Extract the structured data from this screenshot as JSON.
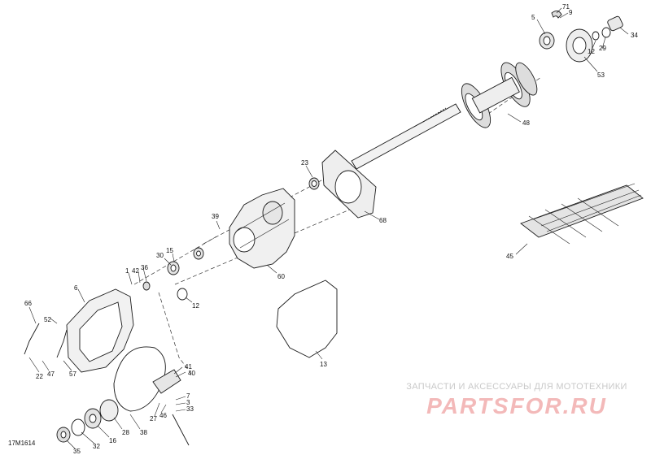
{
  "diagram_code": "17M1614",
  "watermark": {
    "subtitle": "ЗАПЧАСТИ И АКСЕССУАРЫ ДЛЯ МОТОТЕХНИКИ",
    "brand": "PARTSFOR.RU"
  },
  "callouts": [
    "71",
    "9",
    "5",
    "34",
    "29",
    "12",
    "53",
    "48",
    "23",
    "68",
    "39",
    "45",
    "30",
    "15",
    "60",
    "1",
    "42",
    "36",
    "6",
    "12",
    "13",
    "66",
    "52",
    "47",
    "22",
    "57",
    "41",
    "40",
    "7",
    "3",
    "33",
    "46",
    "27",
    "28",
    "38",
    "16",
    "35",
    "32"
  ],
  "colors": {
    "line": "#1a1a1a",
    "fill": "#ffffff",
    "part_shade": "#e6e6e6",
    "watermark_brand": "#f3b9b9",
    "watermark_text": "#c9c9c9"
  }
}
